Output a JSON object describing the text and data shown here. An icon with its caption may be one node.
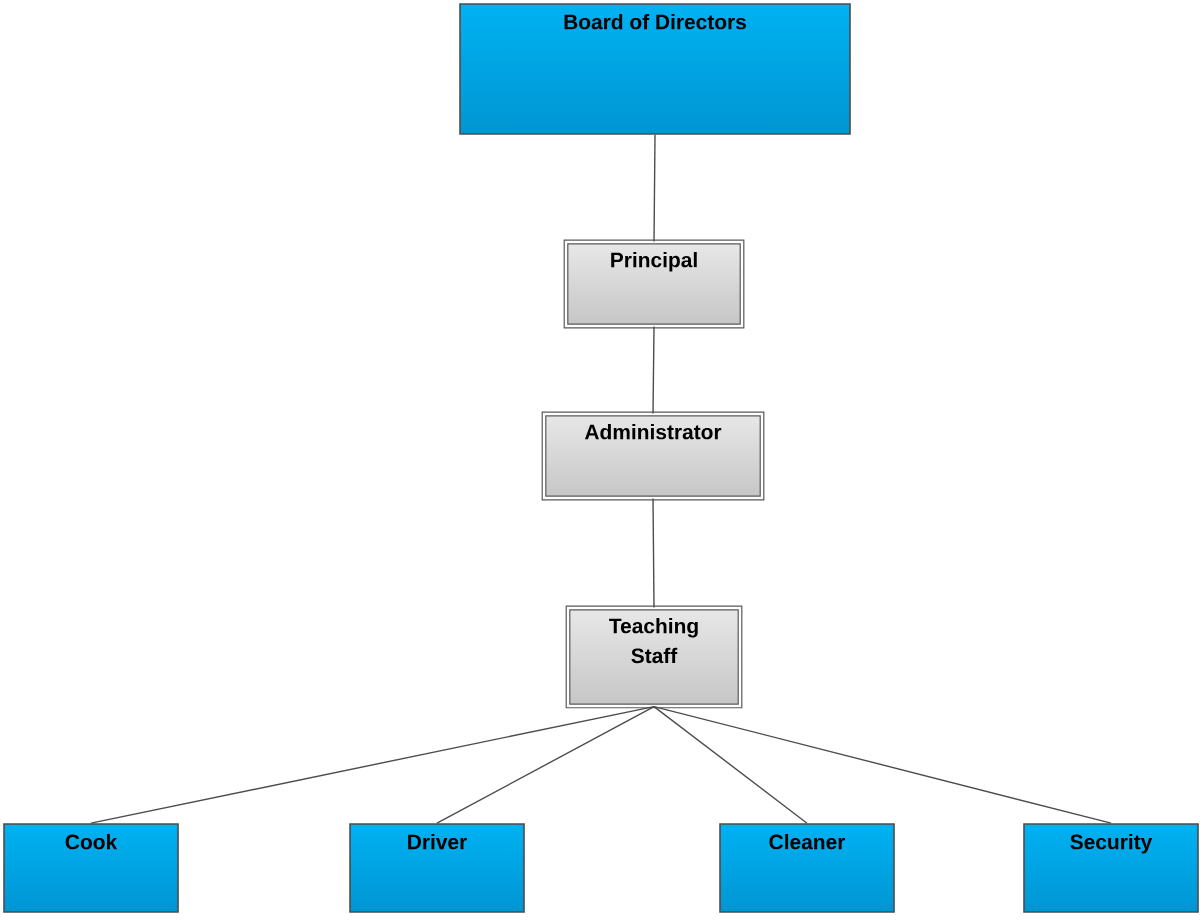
{
  "diagram": {
    "nodes": [
      {
        "text": [
          "Board of Directors"
        ]
      },
      {
        "text": [
          "Principal"
        ]
      },
      {
        "text": [
          "Administrator"
        ]
      },
      {
        "text": [
          "Teaching Staff"
        ]
      },
      {
        "text": [
          "Cook"
        ]
      },
      {
        "text": [
          "Driver"
        ]
      },
      {
        "text": [
          "Cleaner"
        ]
      },
      {
        "text": [
          "Security"
        ]
      }
    ],
    "edges": [
      {
        "from": 0,
        "to": 1,
        "arrow": "none"
      },
      {
        "from": 1,
        "to": 2,
        "arrow": "none"
      },
      {
        "from": 2,
        "to": 3,
        "arrow": "none"
      },
      {
        "from": 3,
        "to": 4,
        "arrow": "none"
      },
      {
        "from": 3,
        "to": 5,
        "arrow": "none"
      },
      {
        "from": 3,
        "to": 6,
        "arrow": "none"
      },
      {
        "from": 3,
        "to": 7,
        "arrow": "none"
      }
    ]
  }
}
